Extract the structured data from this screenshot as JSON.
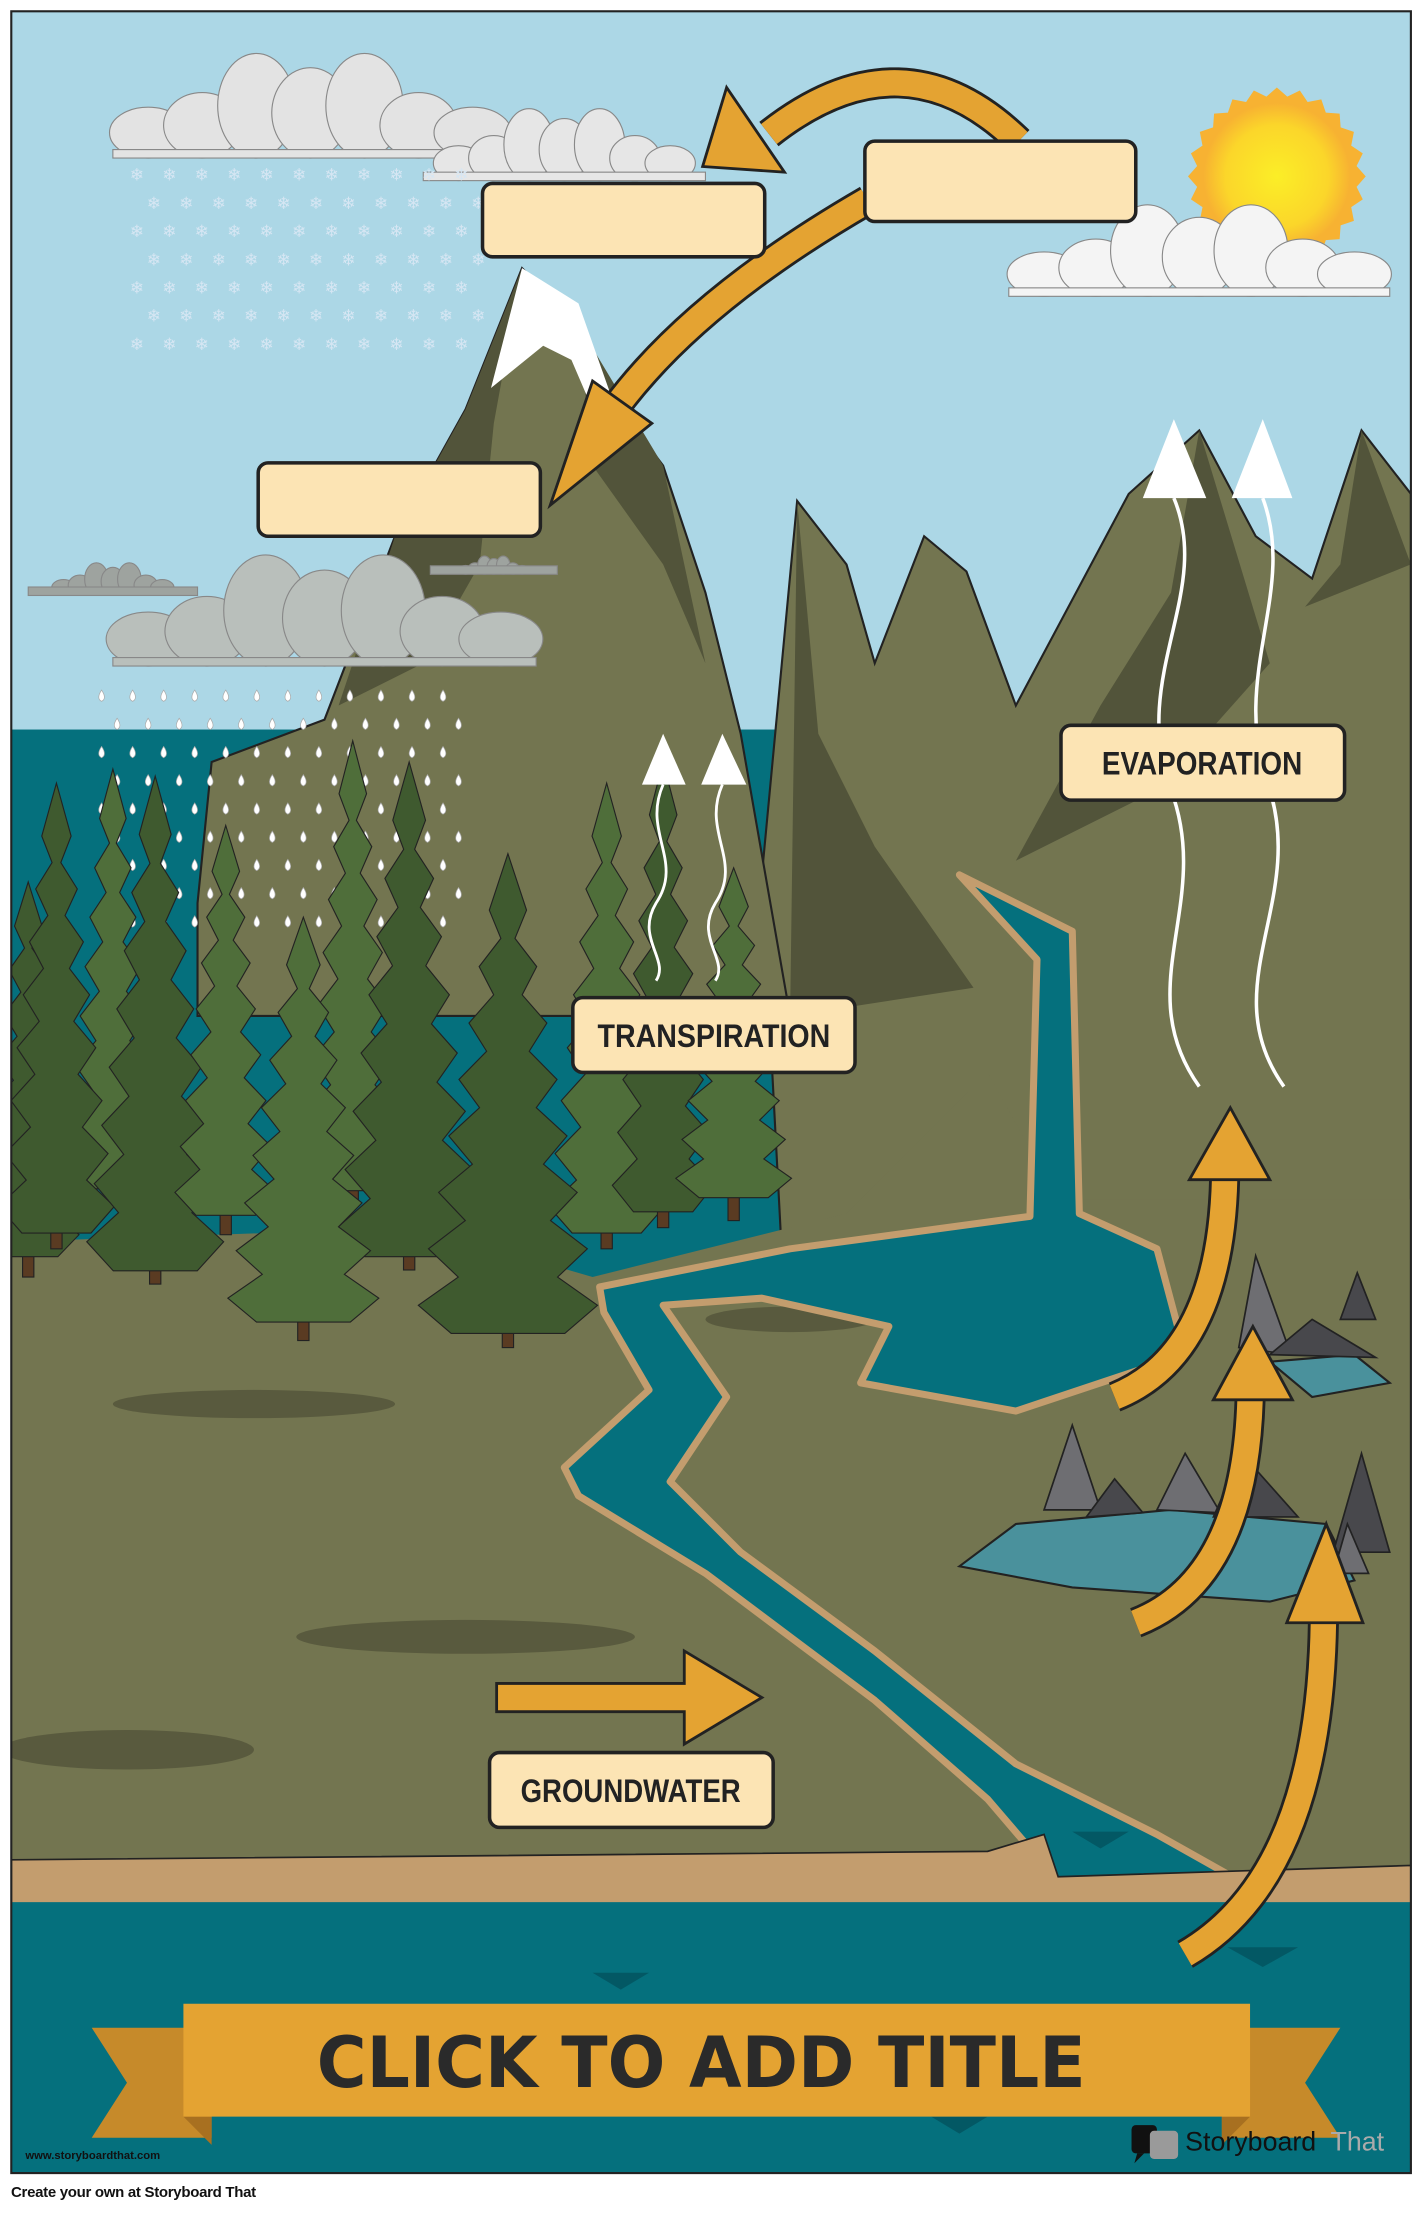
{
  "poster": {
    "title": "CLICK TO ADD TITLE",
    "labels": {
      "evaporation": "EVAPORATION",
      "transpiration": "TRANSPIRATION",
      "groundwater": "GROUNDWATER",
      "blank_top_center": "",
      "blank_top_right": "",
      "blank_left": ""
    },
    "watermark": "www.storyboardthat.com",
    "logo": {
      "word1": "Storyboard",
      "word2": "That"
    }
  },
  "footer": {
    "text": "Create your own at Storyboard That"
  },
  "colors": {
    "sky": "#acd7e6",
    "water": "#05707d",
    "ground": "#737550",
    "arrow": "#e4a332",
    "label_fill": "#fce4b4",
    "banner": "#e4a332"
  }
}
